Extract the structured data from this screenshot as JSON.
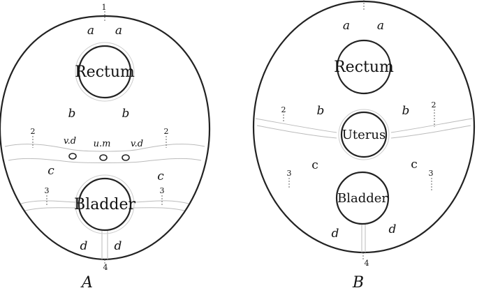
{
  "figA": {
    "caption": "A",
    "organs": {
      "rectum": "Rectum",
      "bladder": "Bladder"
    },
    "regions": {
      "a_left": "a",
      "a_right": "a",
      "b_left": "b",
      "b_right": "b",
      "c_left": "c",
      "c_right": "c",
      "d_left": "d",
      "d_right": "d"
    },
    "numbers": {
      "n1": "1",
      "n2_left": "2",
      "n2_right": "2",
      "n3_left": "3",
      "n3_right": "3",
      "n4": "4"
    },
    "ducts": {
      "vd_left": "v.d",
      "um": "u.m",
      "vd_right": "v.d"
    }
  },
  "figB": {
    "caption": "B",
    "organs": {
      "rectum": "Rectum",
      "uterus": "Uterus",
      "bladder": "Bladder"
    },
    "regions": {
      "a_left": "a",
      "a_right": "a",
      "b_left": "b",
      "b_right": "b",
      "c_left": "c",
      "c_right": "c",
      "d_left": "d",
      "d_right": "d"
    },
    "numbers": {
      "n2_left": "2",
      "n2_right": "2",
      "n3_left": "3",
      "n3_right": "3",
      "n4": "4"
    }
  }
}
